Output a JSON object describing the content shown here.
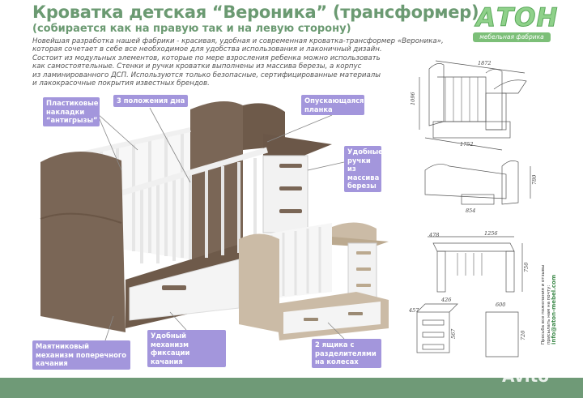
{
  "header": {
    "title": "Кроватка детская “Вероника” (трансформер)",
    "subtitle": "(собирается как на правую так и на левую сторону)",
    "description": [
      "Новейшая разработка нашей фабрики - красивая, удобная и современная кроватка-трансформер «Вероника»,",
      "которая сочетает в себе все необходимое для удобства использования и лаконичный дизайн.",
      "Состоит из модульных элементов, которые по мере взросления ребенка можно использовать",
      "как самостоятельные. Стенки и ручки кроватки выполнены из массива березы, а корпус",
      "из ламинированного ДСП. Используются только безопасные, сертифицированные материалы",
      "и лакокрасочные покрытия известных брендов."
    ]
  },
  "logo": {
    "word": "АТОН",
    "tagline": "мебельная фабрика"
  },
  "labels": {
    "anti_bite": "Пластиковые накладки “антигрызы”",
    "bottom_positions": "3 положения дна",
    "lowering_rail": "Опускающаяся планка",
    "handles": "Удобные ручки из массива березы",
    "pendulum": "Маятниковый механизм поперечного качания",
    "lock": "Удобный механизм фиксации качания",
    "drawers": "2 ящика с разделителями на колесах"
  },
  "drawings": {
    "crib_length": "1872",
    "crib_height": "1096",
    "crib_base": "1752",
    "bed_height": "780",
    "drawer_depth": "854",
    "desk_length": "1256",
    "desk_depth": "478",
    "desk_height": "750",
    "chest_width": "426",
    "chest_depth": "457",
    "chest_height": "567",
    "shelf_width": "600",
    "shelf_height": "720"
  },
  "contact": {
    "line1": "Просьба все пожелания и отзывы",
    "line2": "присылать нам на почту:",
    "email": "info@aton-mebel.com"
  },
  "watermark": "Avito",
  "colors": {
    "title": "#6b9a72",
    "label": "#a396dc",
    "band": "#6f9a77",
    "wood": "#7a6656",
    "light_wood": "#c9b9a4"
  }
}
